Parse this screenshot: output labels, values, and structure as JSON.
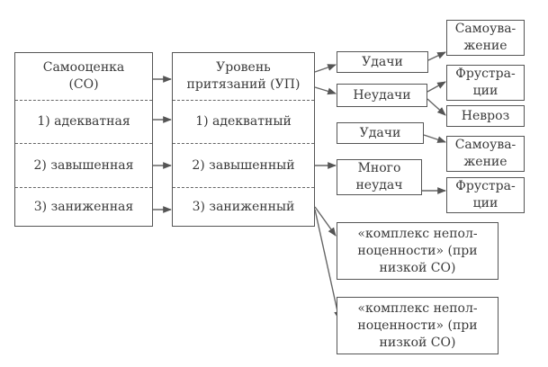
{
  "self_esteem": {
    "title": "Самооценка\n(СО)",
    "items": [
      "1) адекватная",
      "2) завышенная",
      "3) заниженная"
    ]
  },
  "aspiration": {
    "title": "Уровень\nпритязаний (УП)",
    "items": [
      "1) адекватный",
      "2) завышенный",
      "3) заниженный"
    ]
  },
  "outcomes": {
    "success_1": "Удачи",
    "failure": "Неудачи",
    "success_2": "Удачи",
    "many_failures": "Много\nнеудач"
  },
  "results": {
    "self_respect_1": "Самоува-\nжение",
    "frustration_1": "Фрустра-\nции",
    "neurosis": "Невроз",
    "self_respect_2": "Самоува-\nжение",
    "frustration_2": "Фрустра-\nции"
  },
  "complexes": {
    "complex_1": "«комплекс непол-\nноценности» (при\nнизкой СО)",
    "complex_2": "«комплекс непол-\nноценности» (при\nнизкой СО)"
  }
}
